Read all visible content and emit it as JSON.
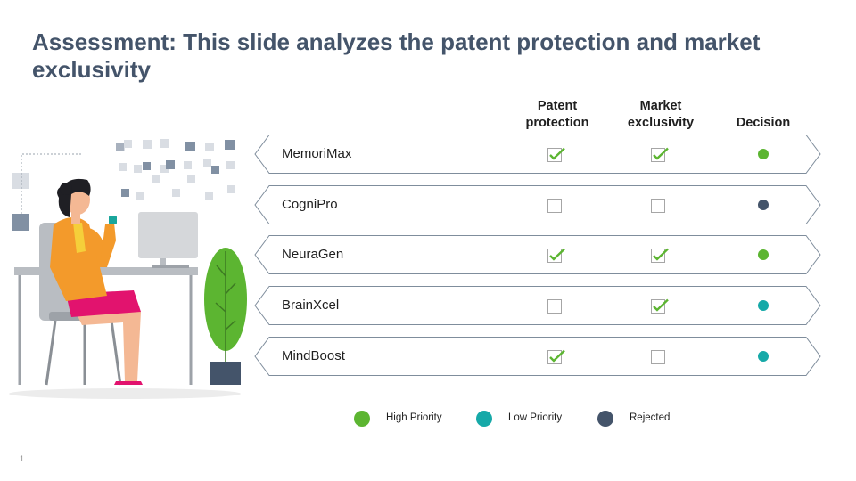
{
  "slide": {
    "title": "Assessment: This slide analyzes the patent protection and market exclusivity",
    "page_number": "1"
  },
  "columns": {
    "patent": "Patent protection",
    "market": "Market exclusivity",
    "decision": "Decision"
  },
  "rows": [
    {
      "name": "MemoriMax",
      "patent": true,
      "market": true,
      "decision": "High Priority"
    },
    {
      "name": "CogniPro",
      "patent": false,
      "market": false,
      "decision": "Rejected"
    },
    {
      "name": "NeuraGen",
      "patent": true,
      "market": true,
      "decision": "High Priority"
    },
    {
      "name": "BrainXcel",
      "patent": false,
      "market": true,
      "decision": "Low Priority"
    },
    {
      "name": "MindBoost",
      "patent": true,
      "market": false,
      "decision": "Low Priority"
    }
  ],
  "legend": [
    {
      "label": "High Priority",
      "color": "#5cb531"
    },
    {
      "label": "Low Priority",
      "color": "#16a9a8"
    },
    {
      "label": "Rejected",
      "color": "#44546a"
    }
  ],
  "icons": {
    "checked": "checkbox-checked-icon",
    "unchecked": "checkbox-empty-icon",
    "illustration": "woman-at-desk-illustration"
  }
}
